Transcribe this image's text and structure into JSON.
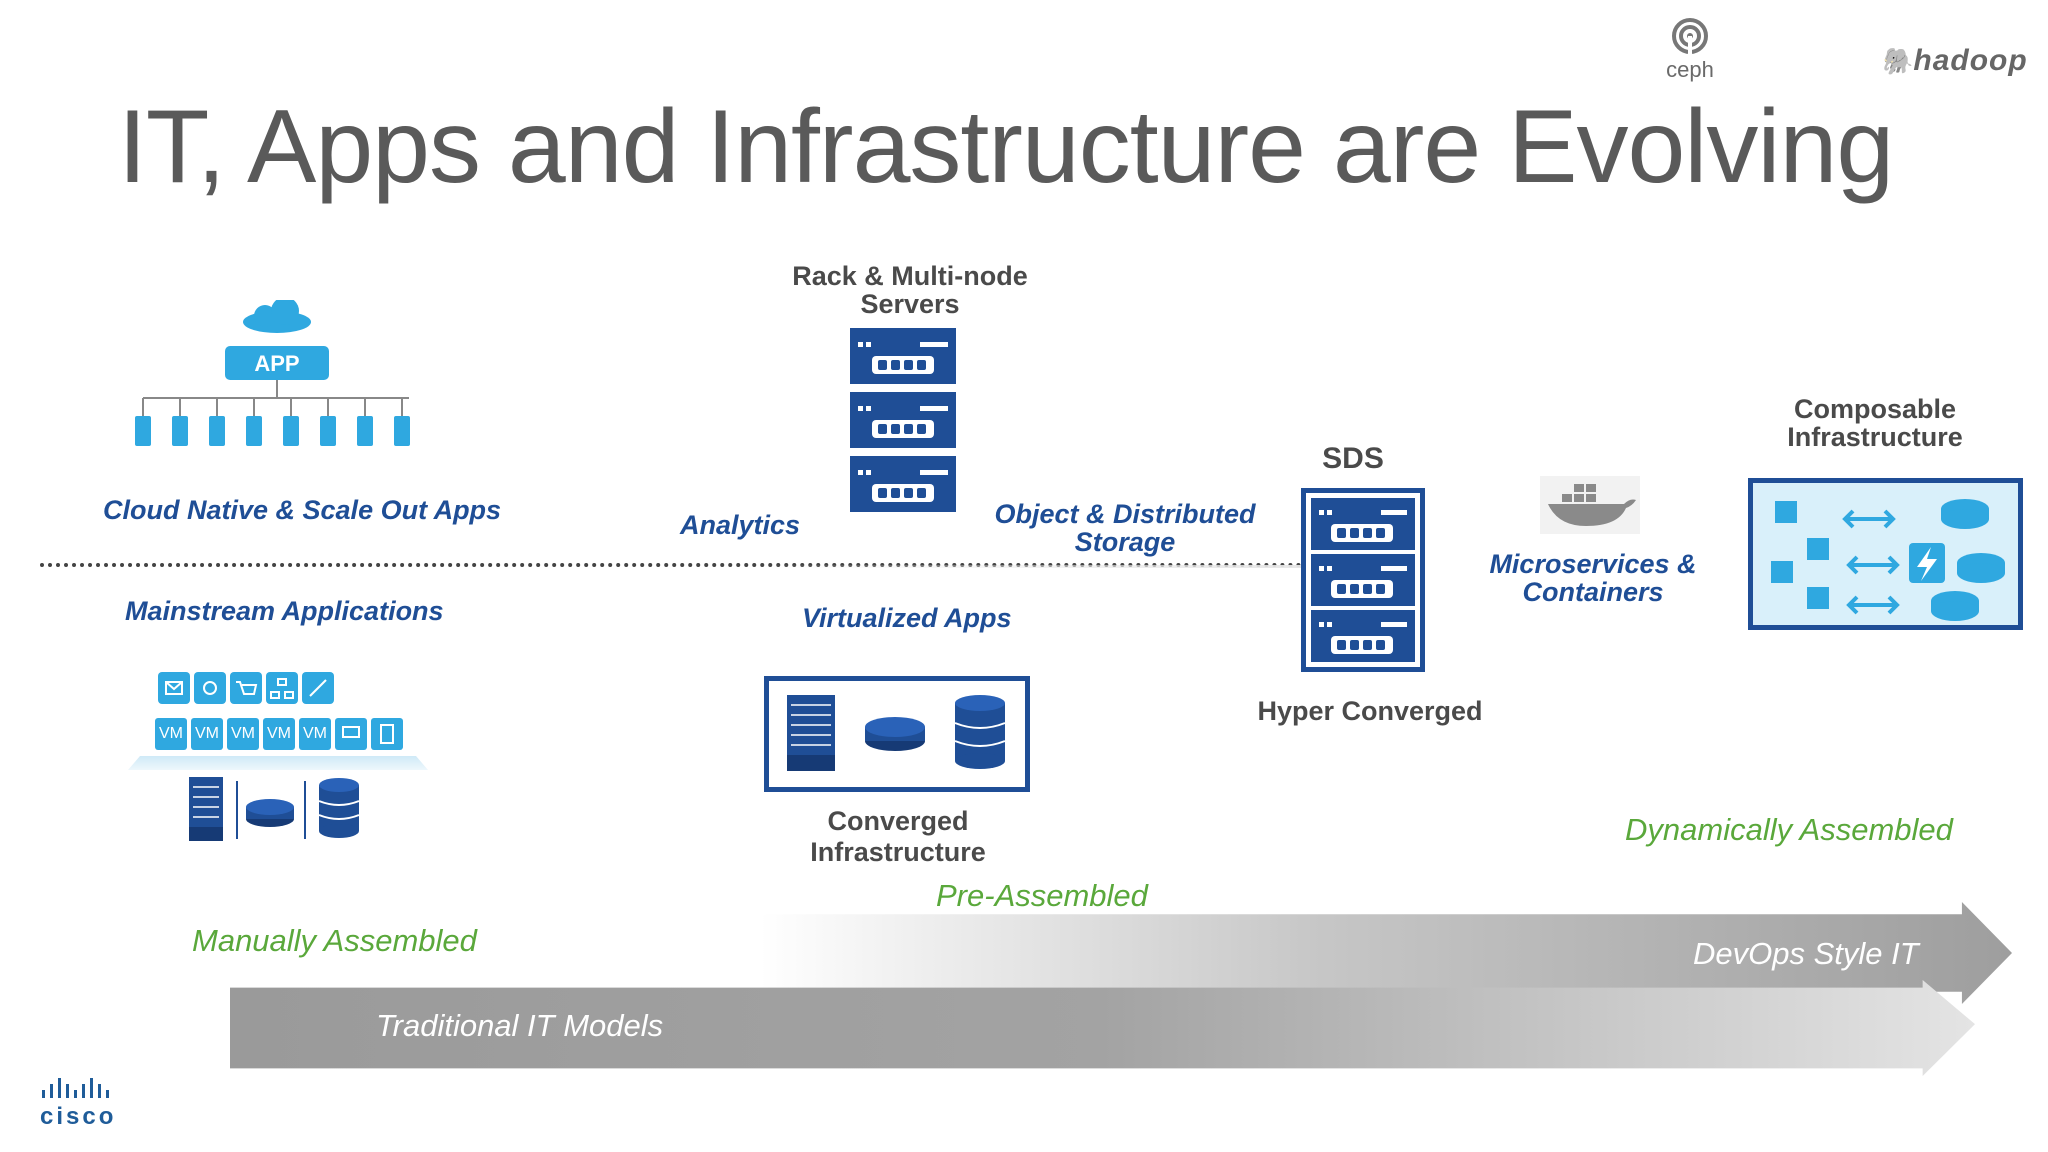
{
  "title": "IT, Apps and Infrastructure are Evolving",
  "logos": {
    "ceph": "ceph",
    "hadoop": "hadoop",
    "cisco": "cisco"
  },
  "labels": {
    "cloud_native": "Cloud Native & Scale Out Apps",
    "app_badge": "APP",
    "mainstream": "Mainstream Applications",
    "rack_servers": "Rack & Multi-node\nServers",
    "analytics": "Analytics",
    "object_storage": "Object & Distributed\nStorage",
    "virtualized_apps": "Virtualized Apps",
    "converged": "Converged Infrastructure",
    "sds": "SDS",
    "hyper_converged": "Hyper Converged",
    "microservices": "Microservices &\nContainers",
    "composable": "Composable\nInfrastructure",
    "vm": "VM"
  },
  "stages": {
    "manual": "Manually Assembled",
    "pre": "Pre-Assembled",
    "dynamic": "Dynamically Assembled"
  },
  "arrows": {
    "traditional": "Traditional IT Models",
    "devops": "DevOps Style IT"
  },
  "colors": {
    "navy": "#1f4e96",
    "sky": "#2fa8e0",
    "green": "#5aa83b",
    "title_gray": "#5a5a5a",
    "arrow_gray": "#9a9a9a"
  }
}
